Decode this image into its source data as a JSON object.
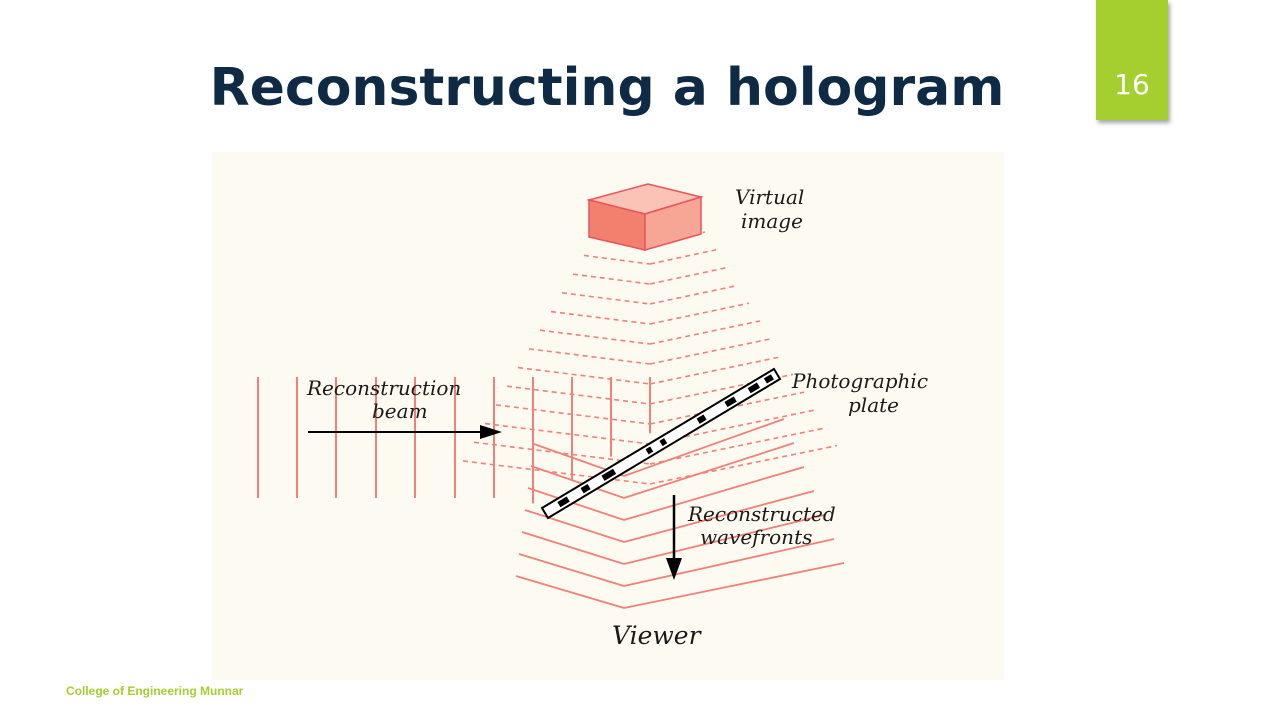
{
  "slide": {
    "title": "Reconstructing a hologram",
    "number": "16",
    "footer": "College of Engineering Munnar"
  },
  "diagram": {
    "labels": {
      "virtual_image_line1": "Virtual",
      "virtual_image_line2": "image",
      "reconstruction_beam_line1": "Reconstruction",
      "reconstruction_beam_line2": "beam",
      "photographic_plate_line1": "Photographic",
      "photographic_plate_line2": "plate",
      "reconstructed_wavefronts_line1": "Reconstructed",
      "reconstructed_wavefronts_line2": "wavefronts",
      "viewer": "Viewer"
    },
    "colors": {
      "wave": "#f08078",
      "cube_front": "#f2806e",
      "cube_side": "#f7a594",
      "cube_top": "#fbc3b6",
      "accent": "#a5cf2e",
      "title": "#0f2a44"
    }
  }
}
